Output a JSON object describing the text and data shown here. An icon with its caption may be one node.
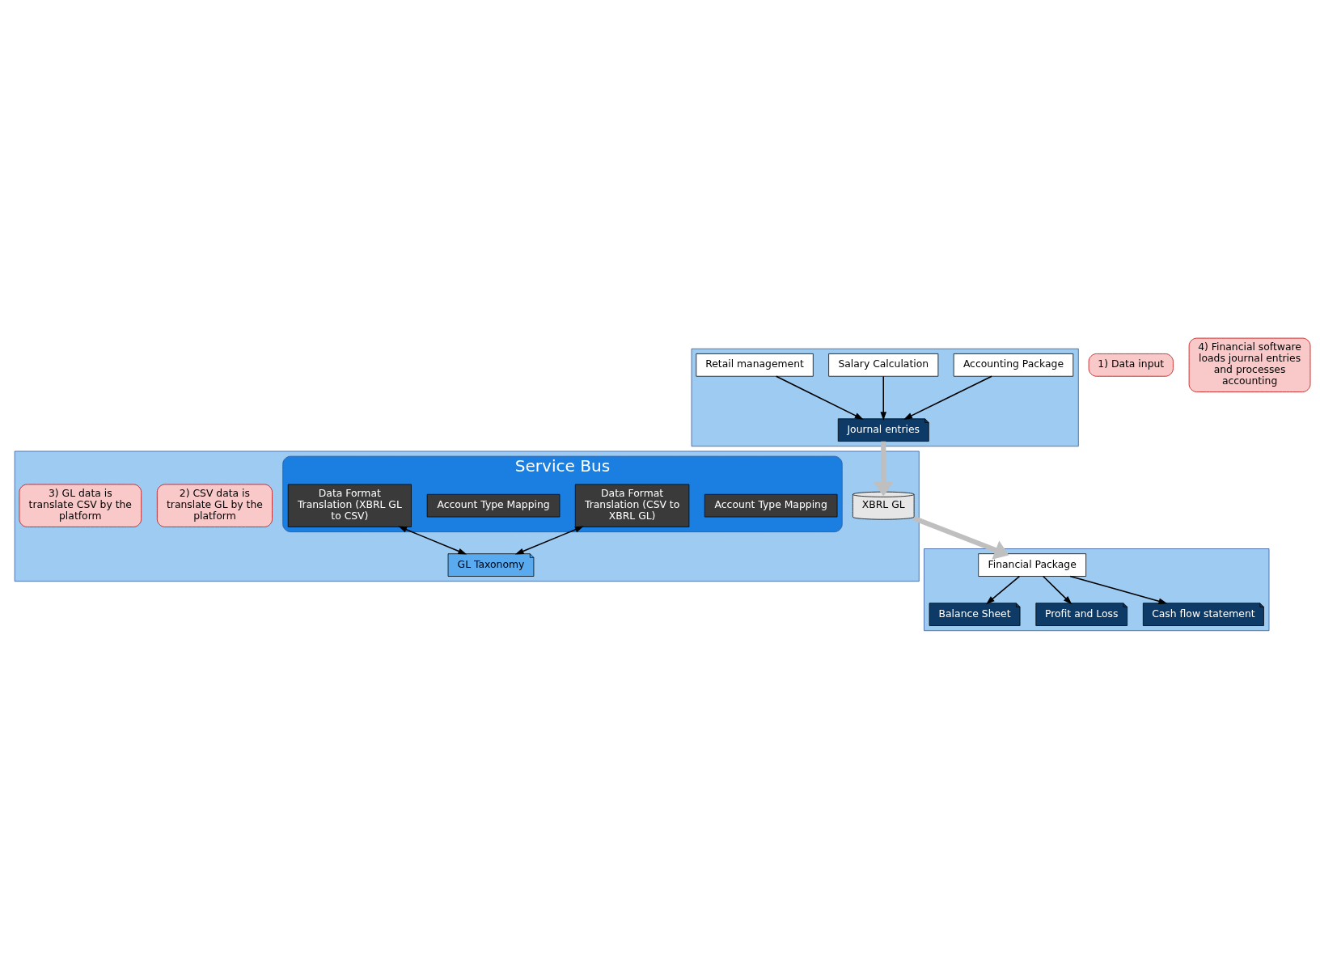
{
  "diagram": {
    "nodes": [
      {
        "text": [],
        "shape": "box"
      },
      {
        "text": [
          "Accounting Package"
        ],
        "in": 0
      },
      {
        "text": [
          "Salary Calculation"
        ],
        "in": 0
      },
      {
        "text": [
          "Retail management"
        ],
        "in": 0
      },
      {
        "text": [
          "Journal entries"
        ],
        "in": 0
      },
      {
        "text": [
          "1) Data input"
        ]
      },
      {
        "text": [],
        "shape": "box"
      },
      {
        "text": [
          "Financial Package"
        ],
        "in": 6
      },
      {
        "text": [
          "Balance Sheet"
        ],
        "in": 6
      },
      {
        "text": [
          "Profit and Loss"
        ],
        "in": 6
      },
      {
        "text": [
          "Cash flow statement"
        ],
        "in": 6
      },
      {
        "text": [
          "4) Financial software loads journal entries and processes accounting"
        ]
      },
      {
        "text": [],
        "shape": "box"
      },
      {
        "text": [
          "Service Bus"
        ],
        "in": 12
      },
      {
        "text": [
          "Account Type Mapping"
        ],
        "in": 13
      },
      {
        "text": [
          "Data Format Translation (CSV to XBRL GL)"
        ],
        "in": 13
      },
      {
        "text": [
          "Account Type Mapping"
        ],
        "in": 13
      },
      {
        "text": [
          "Data Format Translation (XBRL GL to CSV)"
        ],
        "in": 13
      },
      {
        "text": [
          "GL Taxonomy"
        ],
        "in": 12
      },
      {
        "text": [
          "XBRL GL"
        ],
        "in": 12
      },
      {
        "text": [
          "2) CSV data is translate GL by the platform"
        ],
        "in": 12
      },
      {
        "text": [
          "3) GL data is translate CSV by the platform"
        ],
        "in": 12
      }
    ],
    "edges": [
      {
        "from": 1,
        "to": 4,
        "arrow": "to"
      },
      {
        "from": 2,
        "to": 4,
        "arrow": "to"
      },
      {
        "from": 3,
        "to": 4,
        "arrow": "to"
      },
      {
        "from": 7,
        "to": 8,
        "arrow": "to"
      },
      {
        "from": 7,
        "to": 9,
        "arrow": "to"
      },
      {
        "from": 7,
        "to": 10,
        "arrow": "to"
      },
      {
        "from": 4,
        "to": 19,
        "arrow": "to",
        "style": "thick",
        "color": "#bfbfbf"
      },
      {
        "from": 19,
        "to": 7,
        "arrow": "to",
        "style": "thick",
        "color": "#bfbfbf"
      },
      {
        "from": 15,
        "to": 18,
        "arrow": "both"
      },
      {
        "from": 17,
        "to": 18,
        "arrow": "both"
      }
    ]
  }
}
